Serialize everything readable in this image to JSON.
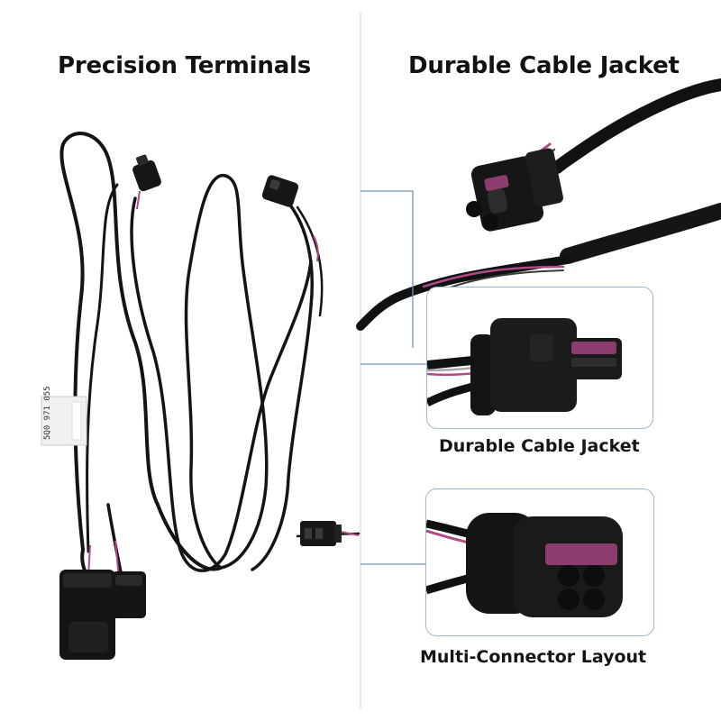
{
  "left_heading": "Precision Terminals",
  "right_heading": "Durable Cable Jacket",
  "captions": {
    "inset_one": "Durable Cable Jacket",
    "inset_two": "Multi-Connector Layout"
  },
  "harness_label": "5Q0 971 055",
  "colors": {
    "cable": "#141414",
    "wire_pink": "#b04a86",
    "callout_line": "#6f95bf",
    "inset_border": "#9fb9d3"
  },
  "icons": [
    "connector-icon",
    "cable-icon"
  ]
}
